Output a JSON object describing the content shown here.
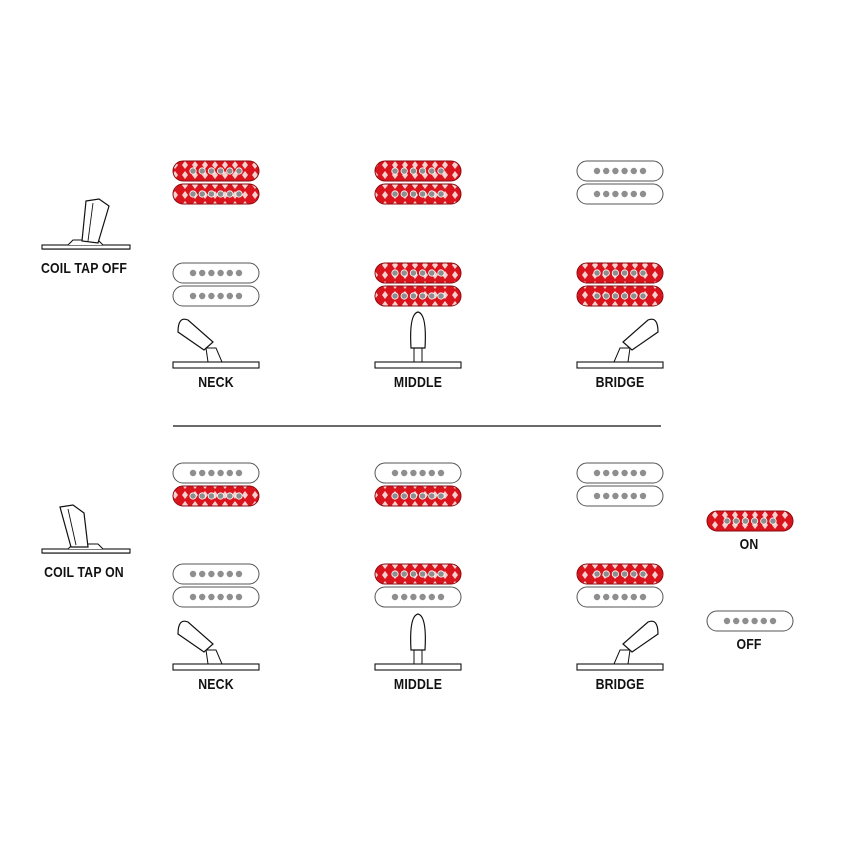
{
  "sections": [
    {
      "id": "coil-tap-off",
      "title": "COIL TAP OFF",
      "positions": [
        {
          "label": "NECK",
          "switch": "neck",
          "neck_coils": [
            true,
            true
          ],
          "bridge_coils": [
            false,
            false
          ]
        },
        {
          "label": "MIDDLE",
          "switch": "middle",
          "neck_coils": [
            true,
            true
          ],
          "bridge_coils": [
            true,
            true
          ]
        },
        {
          "label": "BRIDGE",
          "switch": "bridge",
          "neck_coils": [
            false,
            false
          ],
          "bridge_coils": [
            true,
            true
          ]
        }
      ]
    },
    {
      "id": "coil-tap-on",
      "title": "COIL TAP ON",
      "positions": [
        {
          "label": "NECK",
          "switch": "neck",
          "neck_coils": [
            false,
            true
          ],
          "bridge_coils": [
            false,
            false
          ]
        },
        {
          "label": "MIDDLE",
          "switch": "middle",
          "neck_coils": [
            false,
            true
          ],
          "bridge_coils": [
            true,
            false
          ]
        },
        {
          "label": "BRIDGE",
          "switch": "bridge",
          "neck_coils": [
            false,
            false
          ],
          "bridge_coils": [
            true,
            false
          ]
        }
      ]
    }
  ],
  "legend": {
    "on_label": "ON",
    "off_label": "OFF"
  },
  "colors": {
    "active": "#d9141c",
    "active_pattern": "#f4c6c6",
    "pole": "#8e8e8e",
    "outline": "#555555",
    "ink": "#111111"
  }
}
